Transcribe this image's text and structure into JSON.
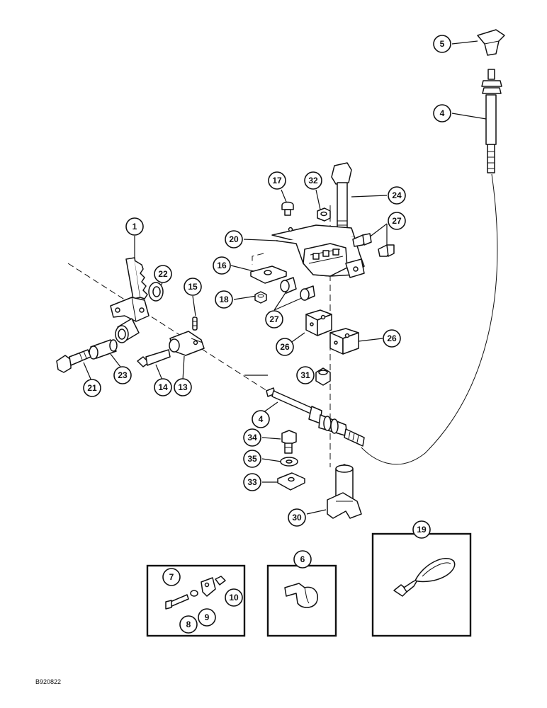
{
  "drawing_code": "B920822",
  "callouts": [
    {
      "id": "c5",
      "label": "5"
    },
    {
      "id": "c4a",
      "label": "4"
    },
    {
      "id": "c17",
      "label": "17"
    },
    {
      "id": "c32",
      "label": "32"
    },
    {
      "id": "c24",
      "label": "24"
    },
    {
      "id": "c27a",
      "label": "27"
    },
    {
      "id": "c20",
      "label": "20"
    },
    {
      "id": "c1",
      "label": "1"
    },
    {
      "id": "c16",
      "label": "16"
    },
    {
      "id": "c22",
      "label": "22"
    },
    {
      "id": "c15",
      "label": "15"
    },
    {
      "id": "c18",
      "label": "18"
    },
    {
      "id": "c27b",
      "label": "27"
    },
    {
      "id": "c26a",
      "label": "26"
    },
    {
      "id": "c26b",
      "label": "26"
    },
    {
      "id": "c21",
      "label": "21"
    },
    {
      "id": "c23",
      "label": "23"
    },
    {
      "id": "c14",
      "label": "14"
    },
    {
      "id": "c13",
      "label": "13"
    },
    {
      "id": "c31",
      "label": "31"
    },
    {
      "id": "c4b",
      "label": "4"
    },
    {
      "id": "c34",
      "label": "34"
    },
    {
      "id": "c35",
      "label": "35"
    },
    {
      "id": "c33",
      "label": "33"
    },
    {
      "id": "c30",
      "label": "30"
    },
    {
      "id": "c19",
      "label": "19"
    },
    {
      "id": "c6",
      "label": "6"
    },
    {
      "id": "c7",
      "label": "7"
    },
    {
      "id": "c10",
      "label": "10"
    },
    {
      "id": "c9",
      "label": "9"
    },
    {
      "id": "c8",
      "label": "8"
    }
  ]
}
